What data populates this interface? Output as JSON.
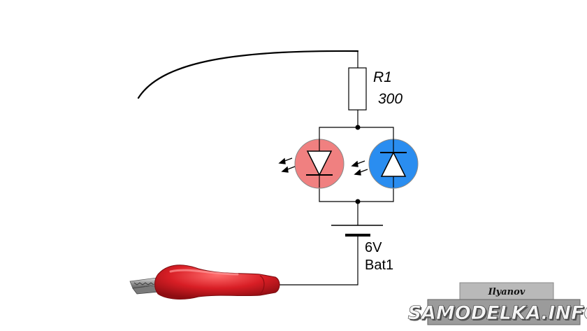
{
  "resistor": {
    "ref": "R1",
    "value": "300"
  },
  "battery": {
    "voltage": "6V",
    "ref": "Bat1"
  },
  "leds": [
    {
      "name": "red-led",
      "color": "#f08080"
    },
    {
      "name": "blue-led",
      "color": "#2a8df0"
    }
  ],
  "clip_color": "#d81e25",
  "watermark": {
    "author": "Ilyanov",
    "site": "SAMODELKA.INFO"
  }
}
